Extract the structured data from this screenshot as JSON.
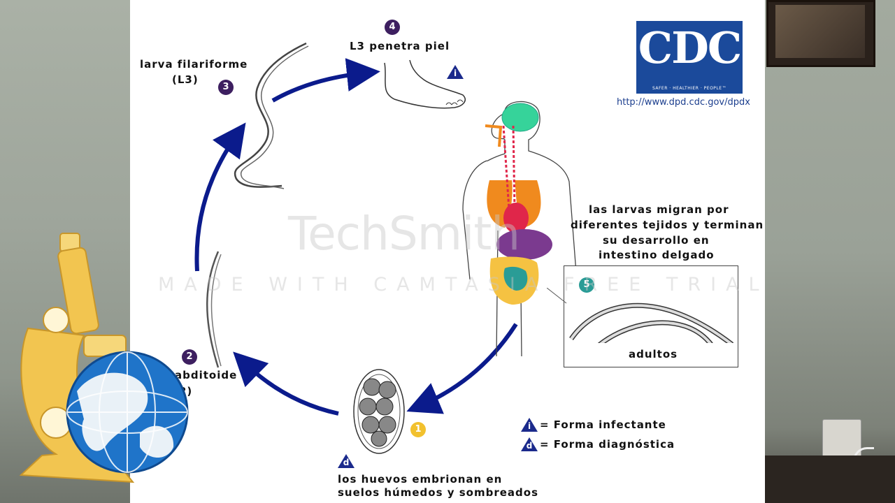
{
  "diagram": {
    "steps": {
      "s1": {
        "number": "1"
      },
      "s2": {
        "number": "2",
        "label": "abditoide",
        "sub": "2)"
      },
      "s3": {
        "number": "3",
        "label": "larva filariforme",
        "sub": "(L3)"
      },
      "s4": {
        "number": "4",
        "label": "L3 penetra piel"
      },
      "s5": {
        "number": "5"
      }
    },
    "migration_text": [
      "las larvas migran por",
      "diferentes tejidos y terminan",
      "su desarrollo en",
      "intestino delgado"
    ],
    "adults_label": "adultos",
    "eggs_text": [
      "los huevos embrionan en",
      "suelos húmedos y sombreados"
    ],
    "legend": {
      "infective_letter": "i",
      "infective_label": "= Forma infectante",
      "diagnostic_letter": "d",
      "diagnostic_label": "= Forma diagnóstica"
    },
    "marker_i": "i",
    "marker_d": "d"
  },
  "cdc": {
    "logo_text": "CDC",
    "slogan": "SAFER · HEALTHIER · PEOPLE™",
    "url": "http://www.dpd.cdc.gov/dpdx"
  },
  "watermark": {
    "brand": "TechSmith",
    "line": "MADE WITH CAMTASIA FREE TRIAL"
  },
  "colors": {
    "arrow": "#0b1b8c",
    "badge": "#3d1f60",
    "cdc_blue": "#1b4a9b",
    "brain": "#36d39a",
    "lungs": "#f08a1e",
    "intestine": "#f5c242"
  }
}
